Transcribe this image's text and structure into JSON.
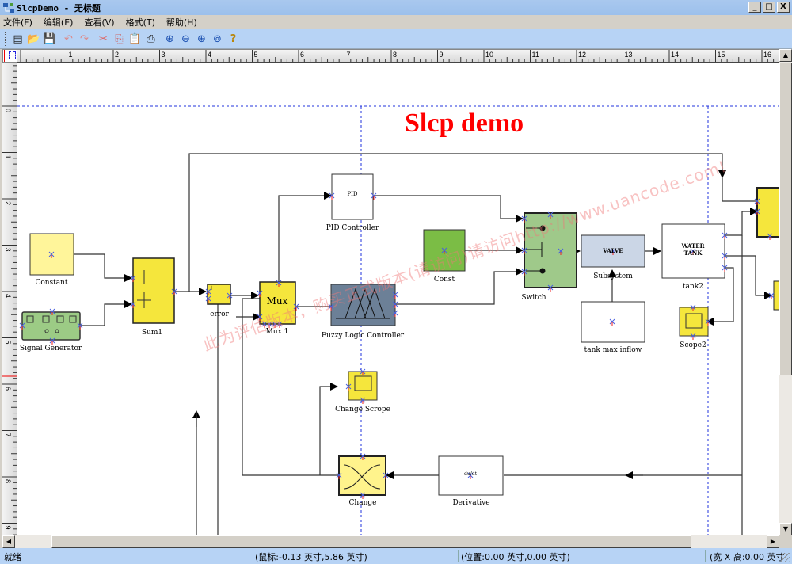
{
  "window": {
    "title": "SlcpDemo - 无标题",
    "controls": {
      "minimize": "_",
      "maximize": "□",
      "close": "X"
    }
  },
  "menu": [
    {
      "label": "文件(F)"
    },
    {
      "label": "编辑(E)"
    },
    {
      "label": "查看(V)"
    },
    {
      "label": "格式(T)"
    },
    {
      "label": "帮助(H)"
    }
  ],
  "toolbar": [
    {
      "name": "new-icon",
      "glyph": "▤"
    },
    {
      "name": "open-icon",
      "glyph": "📂"
    },
    {
      "name": "save-icon",
      "glyph": "💾"
    },
    {
      "name": "undo-icon",
      "glyph": "↶"
    },
    {
      "name": "redo-icon",
      "glyph": "↷"
    },
    {
      "name": "cut-icon",
      "glyph": "✂"
    },
    {
      "name": "copy-icon",
      "glyph": "⎘"
    },
    {
      "name": "paste-icon",
      "glyph": "📋"
    },
    {
      "name": "print-icon",
      "glyph": "⎙"
    },
    {
      "name": "zoom-in-icon",
      "glyph": "⊕"
    },
    {
      "name": "zoom-out-icon",
      "glyph": "⊖"
    },
    {
      "name": "zoom-fit-icon",
      "glyph": "⊕"
    },
    {
      "name": "zoom-100-icon",
      "glyph": "⊚"
    },
    {
      "name": "help-icon",
      "glyph": "?"
    }
  ],
  "ruler": {
    "h_labels": [
      "1",
      "2",
      "3",
      "4",
      "5",
      "6",
      "7",
      "8",
      "9",
      "10",
      "11",
      "12",
      "13",
      "14",
      "15",
      "16"
    ],
    "v_labels": [
      "0",
      "1",
      "2",
      "3",
      "4",
      "5",
      "6",
      "7",
      "8",
      "9"
    ]
  },
  "diagram": {
    "title": "Slcp demo",
    "title_color": "#ff0000",
    "watermark": "此为评估版本，购买正式版本(请访问)请访问http://www.uancode.com!",
    "blocks": [
      {
        "id": "constant",
        "label": "Constant",
        "text": ""
      },
      {
        "id": "signal-generator",
        "label": "Signal Generator",
        "text": ""
      },
      {
        "id": "sum1",
        "label": "Sum1",
        "text": ""
      },
      {
        "id": "error",
        "label": "error",
        "text": ""
      },
      {
        "id": "mux1",
        "label": "Mux 1",
        "text": "Mux"
      },
      {
        "id": "pid",
        "label": "PID Controller",
        "text": "PID"
      },
      {
        "id": "fuzzy",
        "label": "Fuzzy Logic Controller",
        "text": ""
      },
      {
        "id": "const",
        "label": "Const",
        "text": ""
      },
      {
        "id": "switch",
        "label": "Switch",
        "text": ""
      },
      {
        "id": "subsystem",
        "label": "Subsystem",
        "text": "VALVE"
      },
      {
        "id": "tank-max-inflow",
        "label": "tank max inflow",
        "text": ""
      },
      {
        "id": "tank2",
        "label": "tank2",
        "text": "WATER TANK"
      },
      {
        "id": "scope2",
        "label": "Scope2",
        "text": ""
      },
      {
        "id": "change-scope",
        "label": "Change Scrope",
        "text": ""
      },
      {
        "id": "change",
        "label": "Change",
        "text": ""
      },
      {
        "id": "derivative",
        "label": "Derivative",
        "text": "du/dt"
      }
    ]
  },
  "status": {
    "ready": "就绪",
    "mouse": "(鼠标:-0.13 英寸,5.86 英寸)",
    "position": "(位置:0.00 英寸,0.00 英寸)",
    "size": "(宽 X 高:0.00 英寸"
  }
}
